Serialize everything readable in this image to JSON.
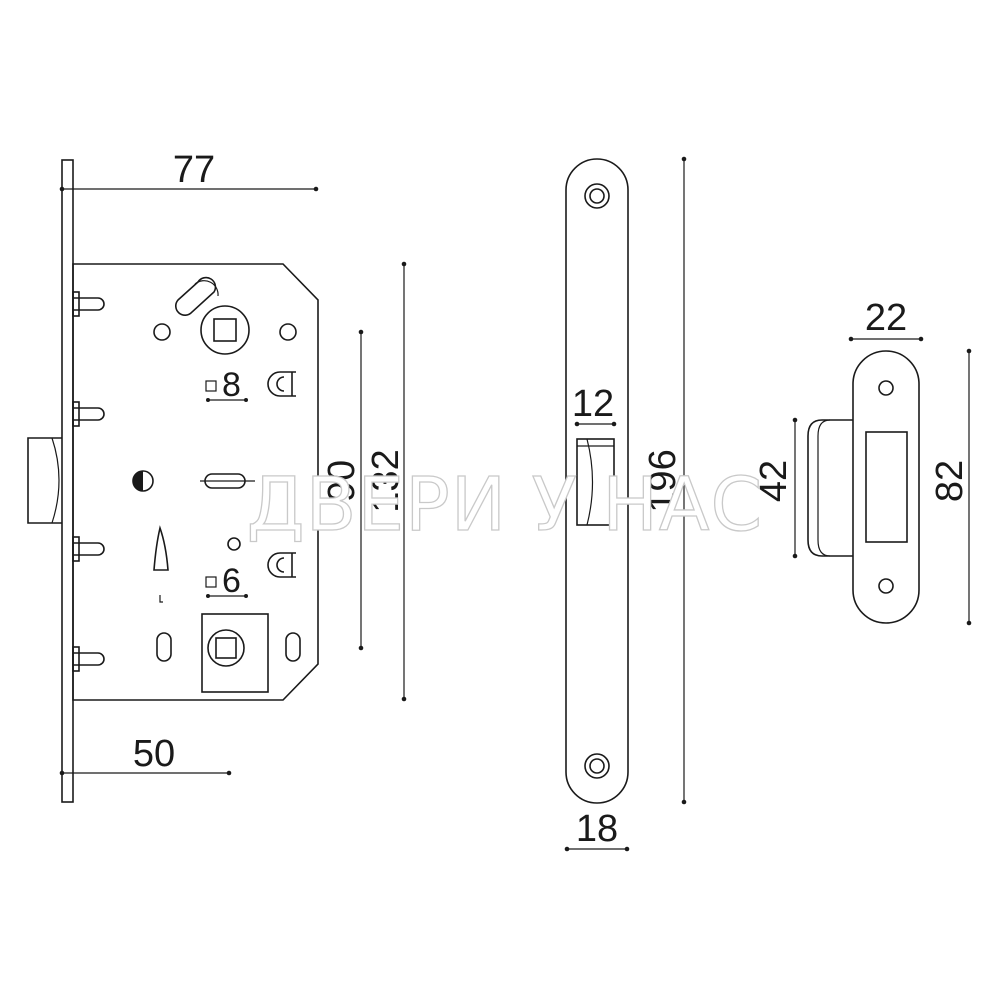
{
  "dimensions": {
    "lock_body_width": "77",
    "backset": "50",
    "handle_to_key_distance": "90",
    "lock_body_height": "132",
    "handle_square": "8",
    "thumbturn_square": "6",
    "faceplate_width": "18",
    "faceplate_height": "196",
    "latch_width": "12",
    "strike_width": "22",
    "strike_lip_height": "42",
    "strike_height": "82"
  },
  "watermark": "ДВЕРИ У НАС",
  "colors": {
    "stroke": "#1a1a1a",
    "background": "#ffffff",
    "watermark_outline": "#c9c9c9"
  }
}
